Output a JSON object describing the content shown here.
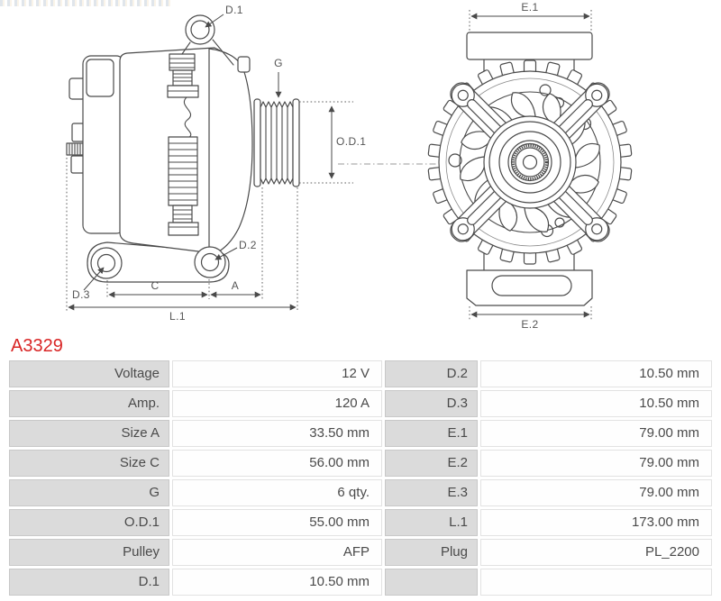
{
  "part_number": "A3329",
  "accent_color": "#d92525",
  "diagram": {
    "labels": {
      "d1": "D.1",
      "g": "G",
      "od1": "O.D.1",
      "d2": "D.2",
      "d3": "D.3",
      "c": "C",
      "a": "A",
      "l1": "L.1",
      "e1": "E.1",
      "e2": "E.2"
    }
  },
  "table": {
    "rows": [
      {
        "label_left": "Voltage",
        "value_left": "12 V",
        "label_right": "D.2",
        "value_right": "10.50 mm"
      },
      {
        "label_left": "Amp.",
        "value_left": "120 A",
        "label_right": "D.3",
        "value_right": "10.50 mm"
      },
      {
        "label_left": "Size A",
        "value_left": "33.50 mm",
        "label_right": "E.1",
        "value_right": "79.00 mm"
      },
      {
        "label_left": "Size C",
        "value_left": "56.00 mm",
        "label_right": "E.2",
        "value_right": "79.00 mm"
      },
      {
        "label_left": "G",
        "value_left": "6 qty.",
        "label_right": "E.3",
        "value_right": "79.00 mm"
      },
      {
        "label_left": "O.D.1",
        "value_left": "55.00 mm",
        "label_right": "L.1",
        "value_right": "173.00 mm"
      },
      {
        "label_left": "Pulley",
        "value_left": "AFP",
        "label_right": "Plug",
        "value_right": "PL_2200"
      },
      {
        "label_left": "D.1",
        "value_left": "10.50 mm",
        "label_right": "",
        "value_right": ""
      }
    ]
  }
}
